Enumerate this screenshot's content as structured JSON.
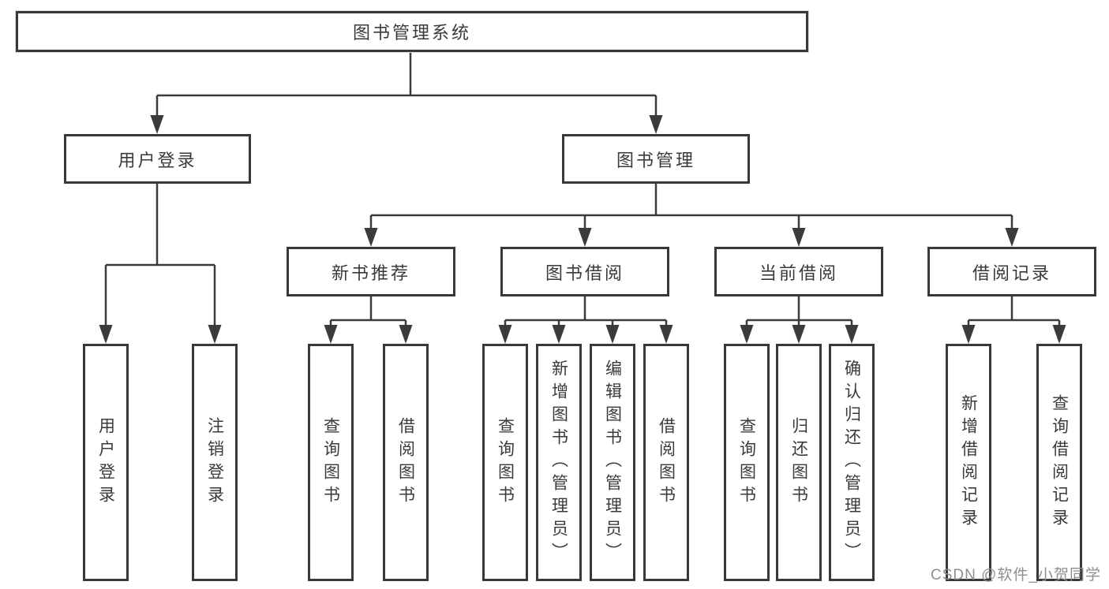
{
  "diagram": {
    "root": "图书管理系统",
    "level2": {
      "user_login": "用户登录",
      "book_management": "图书管理"
    },
    "level3": {
      "new_book_recommend": "新书推荐",
      "book_borrowing": "图书借阅",
      "current_borrowing": "当前借阅",
      "borrowing_records": "借阅记录"
    },
    "leaves": {
      "user_login": [
        "用户登录",
        "注销登录"
      ],
      "new_book_recommend": [
        "查询图书",
        "借阅图书"
      ],
      "book_borrowing": [
        "查询图书",
        "新增图书（管理员）",
        "编辑图书（管理员）",
        "借阅图书"
      ],
      "current_borrowing": [
        "查询图书",
        "归还图书",
        "确认归还（管理员）"
      ],
      "borrowing_records": [
        "新增借阅记录",
        "查询借阅记录"
      ]
    }
  },
  "watermark": "CSDN @软件_小贺同学",
  "colors": {
    "line": "#3b3b3b",
    "border": "#383838",
    "text": "#3a3a3a",
    "watermark": "#8e8e8e",
    "background": "#ffffff"
  }
}
